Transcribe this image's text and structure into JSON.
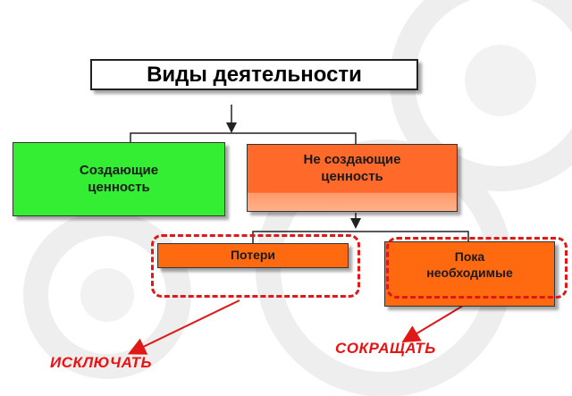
{
  "diagram": {
    "title": "Виды деятельности",
    "categories": {
      "value_adding": "Создающие\nценность",
      "non_value_adding": "Не создающие\nценность"
    },
    "subcategories": {
      "losses": "Потери",
      "necessary": "Пока\nнеобходимые"
    },
    "actions": {
      "eliminate": "ИСКЛЮЧАТЬ",
      "reduce": "СОКРАЩАТЬ"
    }
  },
  "colors": {
    "green": "#33ee33",
    "orange": "#ff6a10",
    "dashed_red": "#e01818",
    "action_red": "#ee1111"
  }
}
